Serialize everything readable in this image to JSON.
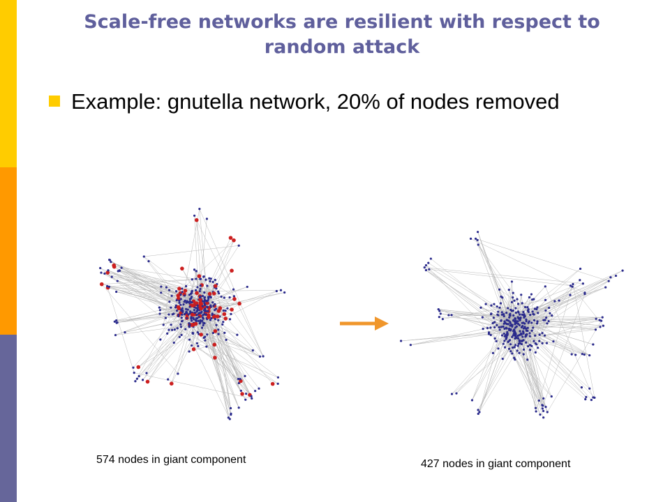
{
  "slide": {
    "title": "Scale-free networks are resilient with respect to random attack",
    "bullet": "Example: gnutella network, 20% of nodes removed"
  },
  "captions": {
    "before": "574 nodes in giant component",
    "after": "427 nodes in giant component"
  },
  "colors": {
    "sidebar_top": "#ffcc00",
    "sidebar_middle": "#ff9900",
    "sidebar_bottom": "#66669a",
    "title": "#5f5f9c",
    "bullet": "#ffcc00",
    "node": "#2a2a8c",
    "removed_node": "#cc1f1f",
    "edge": "#b8b8b8",
    "arrow": "#f0962b"
  },
  "icons": {
    "bullet": "square-bullet-icon",
    "arrow": "right-arrow-icon"
  }
}
